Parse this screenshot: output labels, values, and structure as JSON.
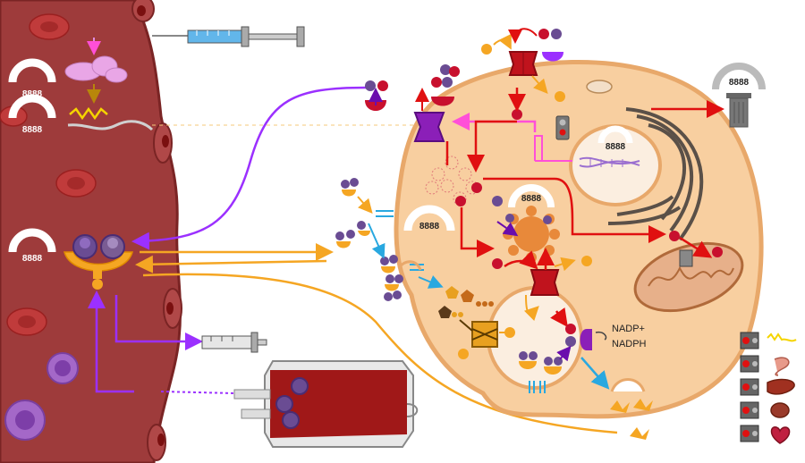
{
  "gauges": {
    "vessel_top": "8888",
    "vessel_mid": "8888",
    "vessel_low": "8888",
    "nucleus": "8888",
    "cytosol_center": "8888",
    "cytosol_left": "8888",
    "trash": "8888"
  },
  "cofactors": {
    "nadp_plus": "NADP+",
    "nadph": "NADPH"
  },
  "colors": {
    "vessel": "#9e3b3b",
    "vessel_edge": "#7a2424",
    "cytoplasm": "#f8cfa0",
    "cell_edge": "#e8a86a",
    "nucleus": "#fbeee0",
    "iron": "#c8102e",
    "transferrin": "#6a4c93",
    "transport_orange": "#f5a623",
    "purple_path": "#9b30ff",
    "magenta_path": "#ff4fd8",
    "blue_path": "#29a8e0",
    "red_path": "#e01010"
  },
  "icons": [
    "syringe-icon",
    "blood-bag-icon",
    "trash-icon",
    "mitochondrion-icon",
    "golgi-icon",
    "ferritin-icon",
    "endosome-icon",
    "ferroportin-icon",
    "transferrin-receptor-icon",
    "intestine-icon",
    "liver-icon",
    "spleen-icon",
    "heart-icon",
    "traffic-light-icon"
  ]
}
